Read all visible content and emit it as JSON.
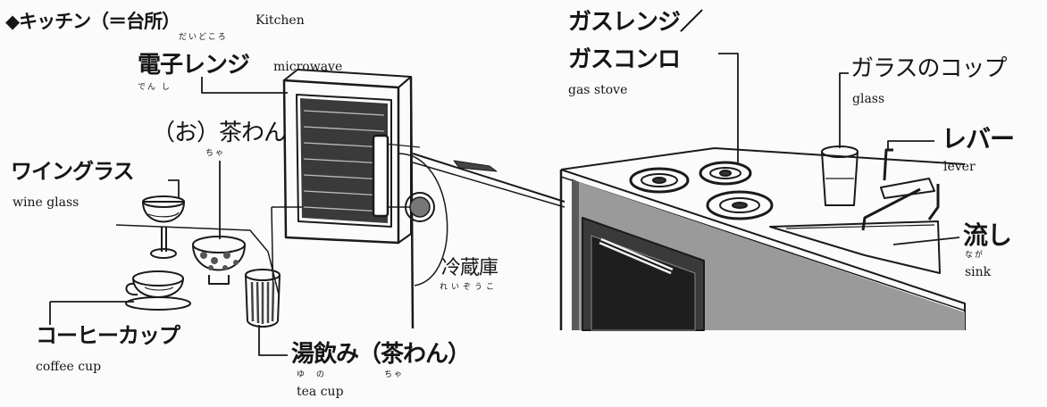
{
  "title": {
    "marker": "◆",
    "jp": "キッチン（＝台所）",
    "reading": "だいどころ",
    "en": "Kitchen"
  },
  "labels": {
    "microwave": {
      "jp": "電子レンジ",
      "reading": "でん し",
      "en": "microwave"
    },
    "rice_bowl": {
      "jp": "（お）茶わん",
      "reading": "ちゃ"
    },
    "wine_glass": {
      "jp": "ワイングラス",
      "en": "wine glass"
    },
    "coffee_cup": {
      "jp": "コーヒーカップ",
      "en": "coffee cup"
    },
    "tea_cup": {
      "jp": "湯飲み（茶わん）",
      "reading_1": "ゆ　の",
      "reading_2": "ちゃ",
      "en": "tea cup"
    },
    "refrigerator": {
      "jp": "冷蔵庫",
      "reading": "れいぞうこ"
    },
    "gas_stove": {
      "jp_line1": "ガスレンジ／",
      "jp_line2": "ガスコンロ",
      "en": "gas stove"
    },
    "glass": {
      "jp": "ガラスのコップ",
      "en": "glass"
    },
    "lever": {
      "jp": "レバー",
      "en": "lever"
    },
    "sink": {
      "jp": "流し",
      "reading": "なが",
      "en": "sink"
    }
  }
}
